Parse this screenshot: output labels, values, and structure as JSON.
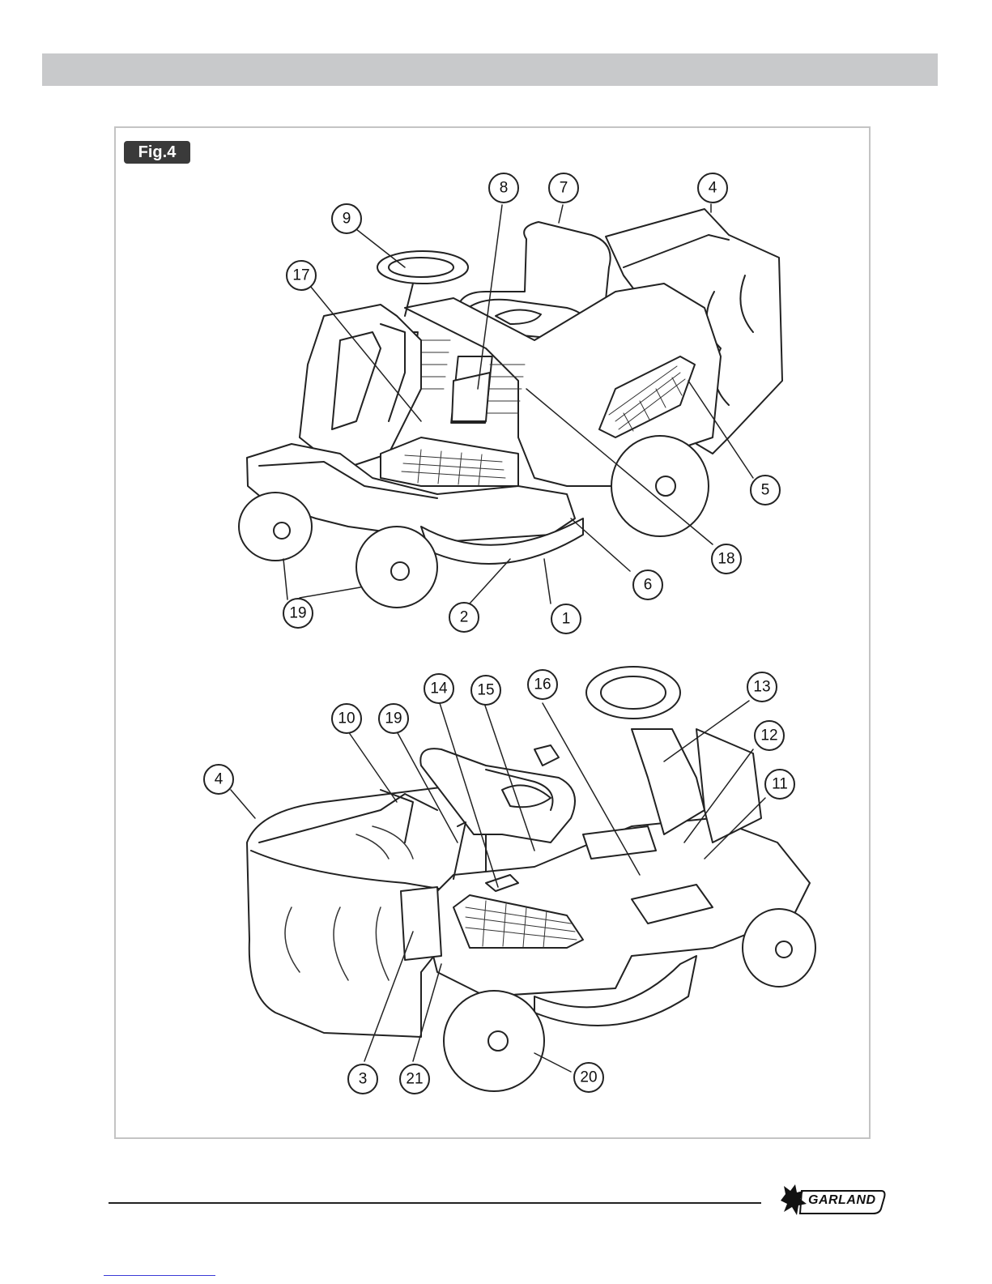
{
  "figure": {
    "label": "Fig.4",
    "callouts_top": [
      "9",
      "17",
      "8",
      "7",
      "4",
      "5",
      "18",
      "6",
      "1",
      "2",
      "19"
    ],
    "callouts_bottom": [
      "10",
      "19",
      "14",
      "15",
      "16",
      "13",
      "12",
      "11",
      "4",
      "3",
      "21",
      "20"
    ]
  },
  "footer": {
    "brand": "GARLAND"
  }
}
